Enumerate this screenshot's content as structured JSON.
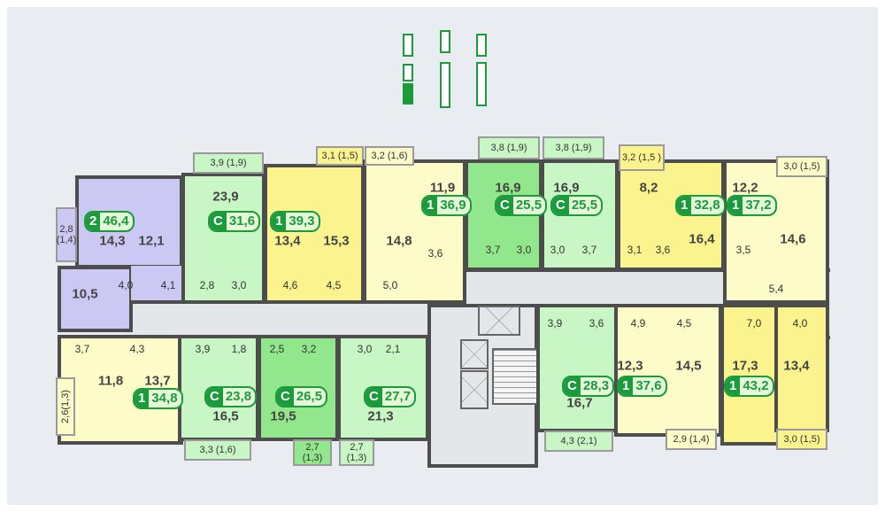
{
  "floor_selector": {
    "columns": 3,
    "current_floor_index": 1
  },
  "colors": {
    "purple": "#cbc9f3",
    "light_green": "#c9f6c5",
    "bright_green": "#92e68c",
    "yellow": "#fbf48e",
    "pale_yellow": "#fdfbc8",
    "badge_green": "#1b9b3c"
  },
  "apartments": [
    {
      "rooms": "2",
      "area": "46,4",
      "balcony": "2,8 (1,4)",
      "room_areas": [
        "14,3",
        "12,1",
        "10,5",
        "4,0",
        "4,1"
      ]
    },
    {
      "rooms": "С",
      "area": "31,6",
      "balcony": "3,9 (1,9)",
      "room_areas": [
        "23,9",
        "2,8",
        "3,0"
      ]
    },
    {
      "rooms": "1",
      "area": "39,3",
      "balcony": "3,1 (1,5)",
      "room_areas": [
        "13,4",
        "15,3",
        "4,6",
        "4,5"
      ]
    },
    {
      "rooms": "1",
      "area": "36,9",
      "balcony": "3,2 (1,6)",
      "room_areas": [
        "11,9",
        "14,8",
        "3,6",
        "5,0"
      ]
    },
    {
      "rooms": "С",
      "area": "25,5",
      "balcony": "3,8 (1,9)",
      "room_areas": [
        "16,9",
        "3,7",
        "3,0"
      ]
    },
    {
      "rooms": "С",
      "area": "25,5",
      "balcony": "3,8 (1,9)",
      "room_areas": [
        "16,9",
        "3,0",
        "3,7"
      ]
    },
    {
      "rooms": "1",
      "area": "32,8",
      "balcony": "3,2 (1,5 )",
      "room_areas": [
        "8,2",
        "3,1",
        "3,6",
        "16,4"
      ]
    },
    {
      "rooms": "1",
      "area": "37,2",
      "balcony": "3,0 (1,5)",
      "room_areas": [
        "12,2",
        "14,6",
        "3,5",
        "5,4"
      ]
    },
    {
      "rooms": "1",
      "area": "34,8",
      "balcony": "2,6(1,3)",
      "room_areas": [
        "3,7",
        "4,3",
        "11,8",
        "13,7"
      ]
    },
    {
      "rooms": "С",
      "area": "23,8",
      "balcony": "3,3 (1,6)",
      "room_areas": [
        "3,9",
        "1,8",
        "16,5"
      ]
    },
    {
      "rooms": "С",
      "area": "26,5",
      "balcony": "2,7 (1,3)",
      "room_areas": [
        "2,5",
        "3,2",
        "19,5"
      ]
    },
    {
      "rooms": "С",
      "area": "27,7",
      "balcony": "2,7 (1,3)",
      "room_areas": [
        "3,0",
        "2,1",
        "21,3"
      ]
    },
    {
      "rooms": "С",
      "area": "28,3",
      "balcony": "4,3 (2,1)",
      "room_areas": [
        "3,9",
        "3,6",
        "16,7"
      ]
    },
    {
      "rooms": "1",
      "area": "37,6",
      "balcony": "2,9 (1,4)",
      "room_areas": [
        "4,9",
        "4,5",
        "12,3",
        "14,5"
      ]
    },
    {
      "rooms": "1",
      "area": "43,2",
      "balcony": "3,0 (1,5)",
      "room_areas": [
        "7,0",
        "4,0",
        "17,3",
        "13,4"
      ]
    }
  ]
}
